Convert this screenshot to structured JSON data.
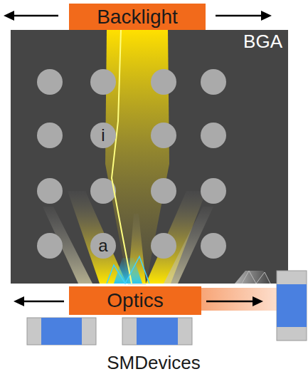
{
  "diagram": {
    "nodes": [
      {
        "text": [
          "Backlight"
        ]
      },
      {
        "text": [
          "BGA"
        ]
      },
      {
        "text": [
          "i"
        ],
        "in": 1
      },
      {
        "text": [
          "a"
        ],
        "in": 1
      },
      {
        "text": [
          "Optics"
        ]
      }
    ],
    "labels": [
      "SMDevices"
    ]
  }
}
